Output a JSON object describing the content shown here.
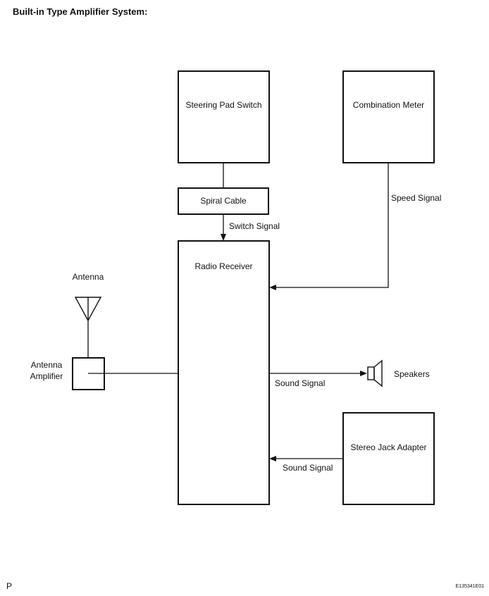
{
  "title": "Built-in Type Amplifier System:",
  "components": {
    "steering_pad_switch": "Steering Pad Switch",
    "combination_meter": "Combination Meter",
    "spiral_cable": "Spiral Cable",
    "radio_receiver": "Radio Receiver",
    "antenna": "Antenna",
    "antenna_amplifier_line1": "Antenna",
    "antenna_amplifier_line2": "Amplifier",
    "speakers": "Speakers",
    "stereo_jack_adapter": "Stereo Jack Adapter"
  },
  "signals": {
    "switch_signal": "Switch Signal",
    "speed_signal": "Speed Signal",
    "sound_signal_out": "Sound Signal",
    "sound_signal_in": "Sound Signal"
  },
  "footer": {
    "left": "P",
    "right": "E135341E01"
  }
}
